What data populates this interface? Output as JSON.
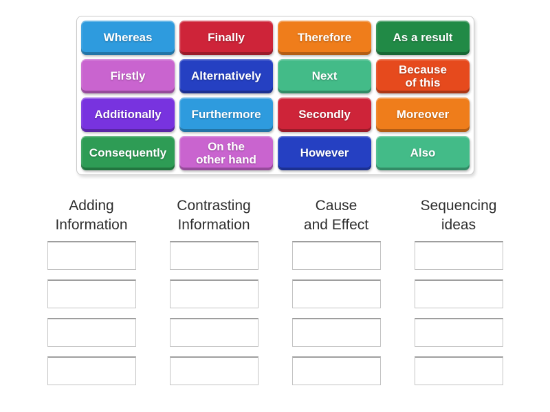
{
  "activity": {
    "type": "group-sort",
    "tile_text_color": "#ffffff",
    "header_text_color": "#2e2e2e",
    "panel_border_color": "#c9c9c9",
    "slot_border_color": "#c2c2c2"
  },
  "tiles": [
    {
      "label": "Whereas",
      "color": "#2E9BDE"
    },
    {
      "label": "Finally",
      "color": "#CE2439"
    },
    {
      "label": "Therefore",
      "color": "#EF7D1B"
    },
    {
      "label": "As a result",
      "color": "#218A46"
    },
    {
      "label": "Firstly",
      "color": "#C964CF"
    },
    {
      "label": "Alternatively",
      "color": "#2540C2"
    },
    {
      "label": "Next",
      "color": "#43BB88"
    },
    {
      "label": "Because\nof this",
      "color": "#E64A1D"
    },
    {
      "label": "Additionally",
      "color": "#7833DF"
    },
    {
      "label": "Furthermore",
      "color": "#2E9BDE"
    },
    {
      "label": "Secondly",
      "color": "#CE2439"
    },
    {
      "label": "Moreover",
      "color": "#EF7D1B"
    },
    {
      "label": "Consequently",
      "color": "#2E9C55"
    },
    {
      "label": "On the\nother hand",
      "color": "#C964CF"
    },
    {
      "label": "However",
      "color": "#2540C2"
    },
    {
      "label": "Also",
      "color": "#43BB88"
    }
  ],
  "groups": [
    {
      "label": "Adding\nInformation"
    },
    {
      "label": "Contrasting\nInformation"
    },
    {
      "label": "Cause\nand Effect"
    },
    {
      "label": "Sequencing\nideas"
    }
  ]
}
